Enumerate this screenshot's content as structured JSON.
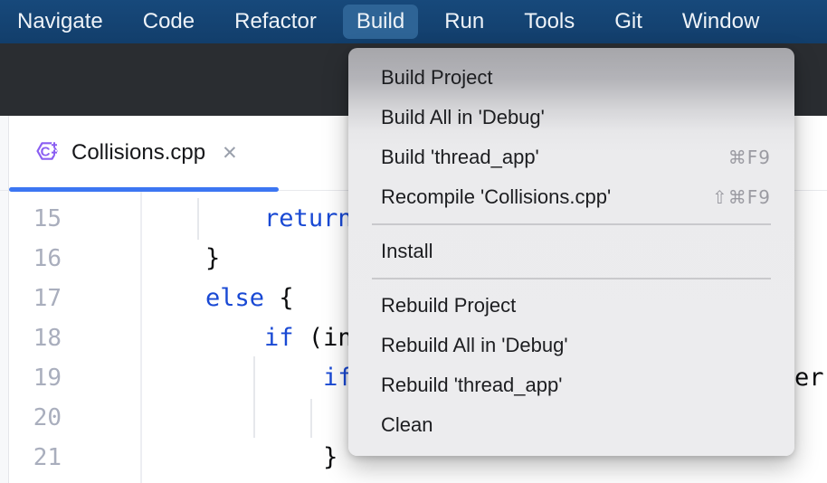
{
  "menubar": {
    "items": [
      "Navigate",
      "Code",
      "Refactor",
      "Build",
      "Run",
      "Tools",
      "Git",
      "Window"
    ],
    "active": "Build"
  },
  "tab": {
    "title": "Collisions.cpp",
    "close_glyph": "✕",
    "icon": "cpp-file-icon"
  },
  "dropdown": {
    "items": [
      {
        "type": "item",
        "label": "Build Project",
        "shortcut": ""
      },
      {
        "type": "item",
        "label": "Build All in 'Debug'",
        "shortcut": ""
      },
      {
        "type": "item",
        "label": "Build 'thread_app'",
        "shortcut": "⌘F9"
      },
      {
        "type": "item",
        "label": "Recompile 'Collisions.cpp'",
        "shortcut": "⇧⌘F9"
      },
      {
        "type": "separator"
      },
      {
        "type": "item",
        "label": "Install",
        "shortcut": ""
      },
      {
        "type": "separator"
      },
      {
        "type": "item",
        "label": "Rebuild Project",
        "shortcut": ""
      },
      {
        "type": "item",
        "label": "Rebuild All in 'Debug'",
        "shortcut": ""
      },
      {
        "type": "item",
        "label": "Rebuild 'thread_app'",
        "shortcut": ""
      },
      {
        "type": "item",
        "label": "Clean",
        "shortcut": ""
      }
    ]
  },
  "editor": {
    "lines": [
      {
        "number": "15",
        "tokens": [
          {
            "t": "        ",
            "c": "pl"
          },
          {
            "t": "return",
            "c": "kw"
          }
        ]
      },
      {
        "number": "16",
        "tokens": [
          {
            "t": "    }",
            "c": "pl"
          }
        ]
      },
      {
        "number": "17",
        "tokens": [
          {
            "t": "    ",
            "c": "pl"
          },
          {
            "t": "else",
            "c": "kw"
          },
          {
            "t": " {",
            "c": "pl"
          }
        ]
      },
      {
        "number": "18",
        "tokens": [
          {
            "t": "        ",
            "c": "pl"
          },
          {
            "t": "if",
            "c": "kw"
          },
          {
            "t": " (int",
            "c": "pl"
          }
        ]
      },
      {
        "number": "19",
        "tokens": [
          {
            "t": "            ",
            "c": "pl"
          },
          {
            "t": "if",
            "c": "kw"
          },
          {
            "t": "(",
            "c": "pl"
          }
        ],
        "fragment": "er("
      },
      {
        "number": "20",
        "tokens": []
      },
      {
        "number": "21",
        "tokens": [
          {
            "t": "            }",
            "c": "pl"
          }
        ]
      }
    ]
  },
  "colors": {
    "accent_blue": "#3c76f2",
    "keyword_blue": "#1949d4",
    "menubar_bg": "#144371",
    "menubar_highlight": "#2e6496",
    "toolbar_bg": "#2a2d31",
    "icon_purple": "#8a5ef2"
  }
}
